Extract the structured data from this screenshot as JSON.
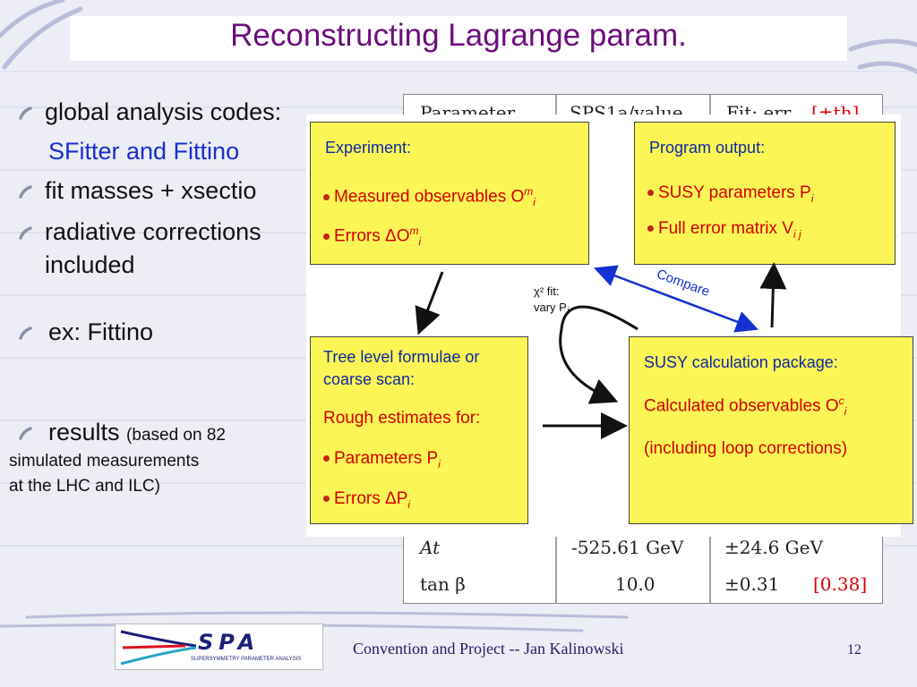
{
  "slide": {
    "title": "Reconstructing Lagrange param.",
    "bullets": [
      {
        "text": "global analysis codes:"
      },
      {
        "text": "fit masses + xsectio"
      },
      {
        "text": "radiative corrections"
      },
      {
        "text": "included"
      },
      {
        "text": "ex: Fittino"
      }
    ],
    "sub_line": "SFitter and Fittino",
    "results": {
      "label": "results",
      "note1": "(based on 82",
      "note2": "simulated measurements",
      "note3": "at the LHC and ILC)"
    }
  },
  "table": {
    "header": [
      "Parameter",
      "SPS1a/value",
      "Fit: err",
      "[±th]"
    ],
    "rows": [
      {
        "param": "At",
        "value": "-525.61 GeV",
        "err": "±24.6 GeV",
        "th": ""
      },
      {
        "param": "tan β",
        "value": "10.0",
        "err": "±0.31",
        "th": "[0.38]"
      }
    ]
  },
  "diagram": {
    "experiment": {
      "head": "Experiment:",
      "item1": "Measured observables O",
      "item1_sub": "i",
      "item1_sup": "m",
      "item2": "Errors ΔO",
      "item2_sub": "i",
      "item2_sup": "m"
    },
    "program": {
      "head": "Program output:",
      "item1": "SUSY parameters P",
      "item1_sub": "i",
      "item2": "Full error matrix V",
      "item2_sub": "i j"
    },
    "tree": {
      "head1": "Tree level formulae or",
      "head2": "coarse scan:",
      "red": "Rough estimates for:",
      "item1": "Parameters P",
      "item1_sub": "i",
      "item2": "Errors ΔP",
      "item2_sub": "i"
    },
    "susy": {
      "head": "SUSY calculation package:",
      "line1": "Calculated observables O",
      "line1_sub": "i",
      "line1_sup": "c",
      "line2": "(including loop corrections)"
    },
    "compare": "Compare",
    "chi_fit": "χ² fit:",
    "vary": "vary P",
    "vary_sub": "i"
  },
  "footer": {
    "text": "Convention and Project -- Jan Kalinowski",
    "page": "12",
    "logo_main": "SPA",
    "logo_sub": "SUPERSYMMETRY PARAMETER ANALYSIS"
  },
  "colors": {
    "title": "#6a0f7a",
    "subtitle": "#1a2fd0",
    "box_fill": "#fbf556",
    "box_head": "#0f2aa0",
    "box_red": "#d40000"
  }
}
